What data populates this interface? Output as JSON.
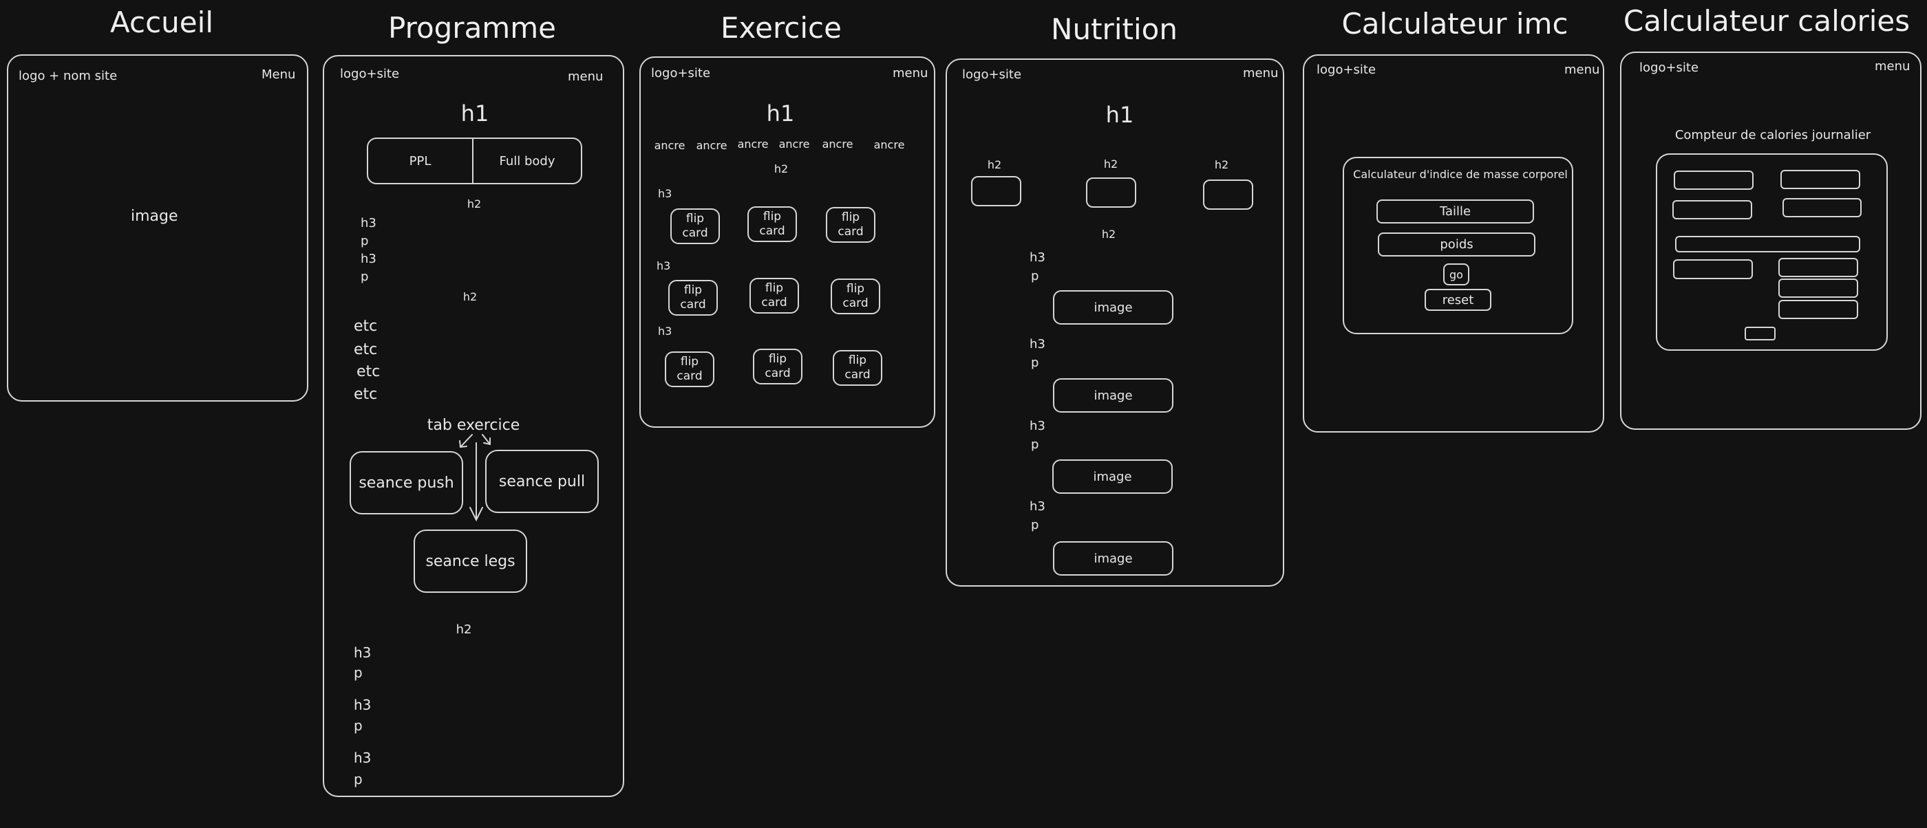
{
  "titles": {
    "accueil": "Accueil",
    "programme": "Programme",
    "exercice": "Exercice",
    "nutrition": "Nutrition",
    "imc": "Calculateur imc",
    "calories": "Calculateur calories"
  },
  "accueil": {
    "logo": "logo + nom site",
    "menu": "Menu",
    "image": "image"
  },
  "programme": {
    "logo": "logo+site",
    "menu": "menu",
    "h1": "h1",
    "tab_ppl": "PPL",
    "tab_fullbody": "Full body",
    "h2": "h2",
    "h3": "h3",
    "p": "p",
    "etc": "etc",
    "tab_exercice": "tab exercice",
    "seance_push": "seance push",
    "seance_pull": "seance pull",
    "seance_legs": "seance legs"
  },
  "exercice": {
    "logo": "logo+site",
    "menu": "menu",
    "h1": "h1",
    "h2": "h2",
    "h3": "h3",
    "ancre": "ancre",
    "flip_line1": "flip",
    "flip_line2": "card"
  },
  "nutrition": {
    "logo": "logo+site",
    "menu": "menu",
    "h1": "h1",
    "h2": "h2",
    "h3": "h3",
    "p": "p",
    "image": "image"
  },
  "imc": {
    "logo": "logo+site",
    "menu": "menu",
    "form_title": "Calculateur d'indice de masse corporel",
    "taille": "Taille",
    "poids": "poids",
    "go": "go",
    "reset": "reset"
  },
  "calories": {
    "logo": "logo+site",
    "menu": "menu",
    "heading": "Compteur de calories journalier"
  }
}
